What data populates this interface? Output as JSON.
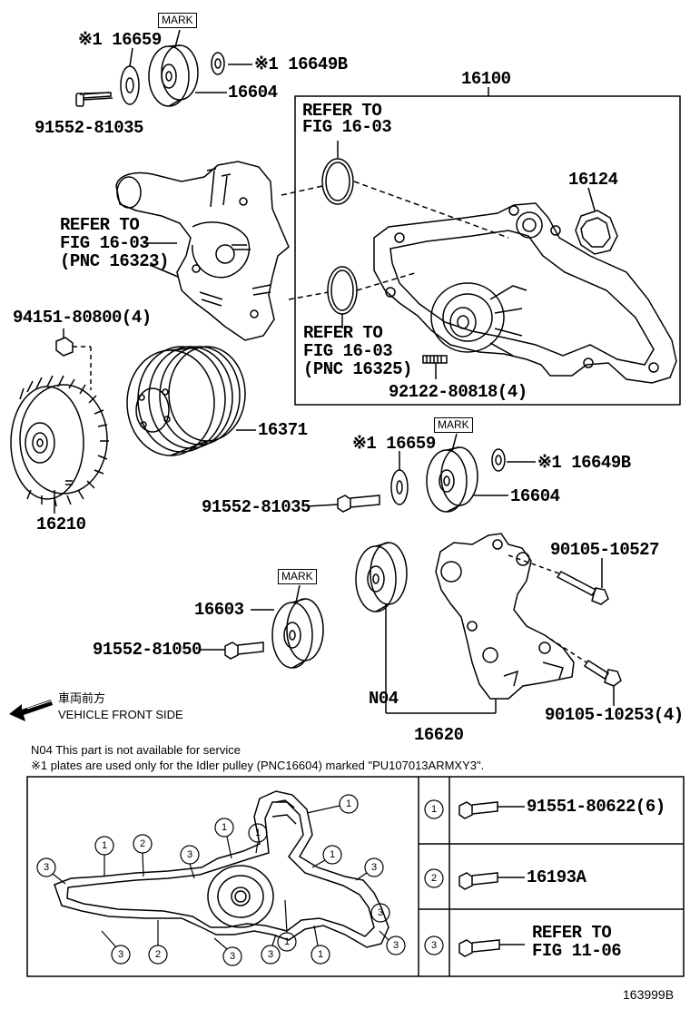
{
  "parts": {
    "p16659_top": "※1 16659",
    "mark_top": "MARK",
    "p16649b_top": "※1 16649B",
    "p16604_top": "16604",
    "p91552_81035_top": "91552-81035",
    "p16100": "16100",
    "refer_1603_a": [
      "REFER TO",
      "FIG 16-03"
    ],
    "p16124": "16124",
    "refer_1603_b": [
      "REFER TO",
      "FIG 16-03",
      "(PNC 16323)"
    ],
    "refer_1603_c": [
      "REFER TO",
      "FIG 16-03",
      "(PNC 16325)"
    ],
    "p92122": "92122-80818(4)",
    "p94151": "94151-80800(4)",
    "p16371": "16371",
    "p16210": "16210",
    "p16659_mid": "※1 16659",
    "mark_mid": "MARK",
    "p16649b_mid": "※1 16649B",
    "p16604_mid": "16604",
    "p91552_81035_mid": "91552-81035",
    "p90105_10527": "90105-10527",
    "mark_low": "MARK",
    "p16603": "16603",
    "p91552_81050": "91552-81050",
    "pN04": "N04",
    "p90105_10253": "90105-10253(4)",
    "p16620": "16620"
  },
  "front_side": {
    "jp": "車両前方",
    "en": "VEHICLE FRONT SIDE"
  },
  "notes": [
    "N04  This part is not available for service",
    "※1 plates are used only for the Idler pulley (PNC16604) marked  \"PU107013ARMXY3\"."
  ],
  "legend": [
    {
      "num": "1",
      "text": "91551-80622(6)"
    },
    {
      "num": "2",
      "text": "16193A"
    },
    {
      "num": "3",
      "text": "REFER TO\nFIG 11-06"
    }
  ],
  "legend_refer": [
    "REFER TO",
    "FIG 11-06"
  ],
  "callouts_inset": [
    "1",
    "2",
    "3",
    "3",
    "1",
    "1",
    "3",
    "3",
    "1",
    "3",
    "2",
    "3",
    "1",
    "1",
    "3",
    "3",
    "1"
  ],
  "figure_id": "163999B"
}
